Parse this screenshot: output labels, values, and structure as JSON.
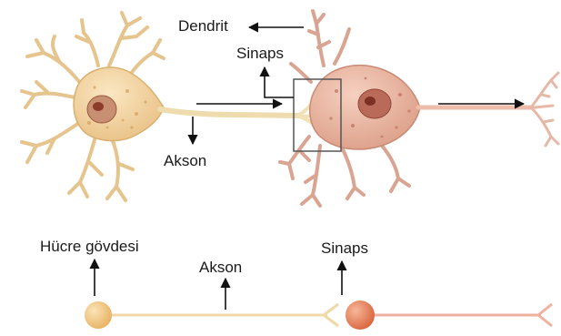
{
  "labels": {
    "dendrit": "Dendrit",
    "sinaps_top": "Sinaps",
    "akson_top": "Akson",
    "hucre_govdesi": "Hücre gövdesi",
    "akson_bottom": "Akson",
    "sinaps_bottom": "Sinaps"
  },
  "colors": {
    "neuron_left_fill": "#f2d7a4",
    "neuron_left_stroke": "#dcb677",
    "neuron_left_nucleus": "#b8745a",
    "neuron_right_fill": "#e9bea8",
    "neuron_right_stroke": "#cd9582",
    "neuron_right_nucleus": "#a9533f",
    "axon": "#eedaa8",
    "arrow": "#111111",
    "soma_left_schematic": "#f0c27a",
    "soma_right_schematic": "#e4805a",
    "schematic_line_left": "#f0d8a8",
    "schematic_line_right": "#efb2a0"
  }
}
